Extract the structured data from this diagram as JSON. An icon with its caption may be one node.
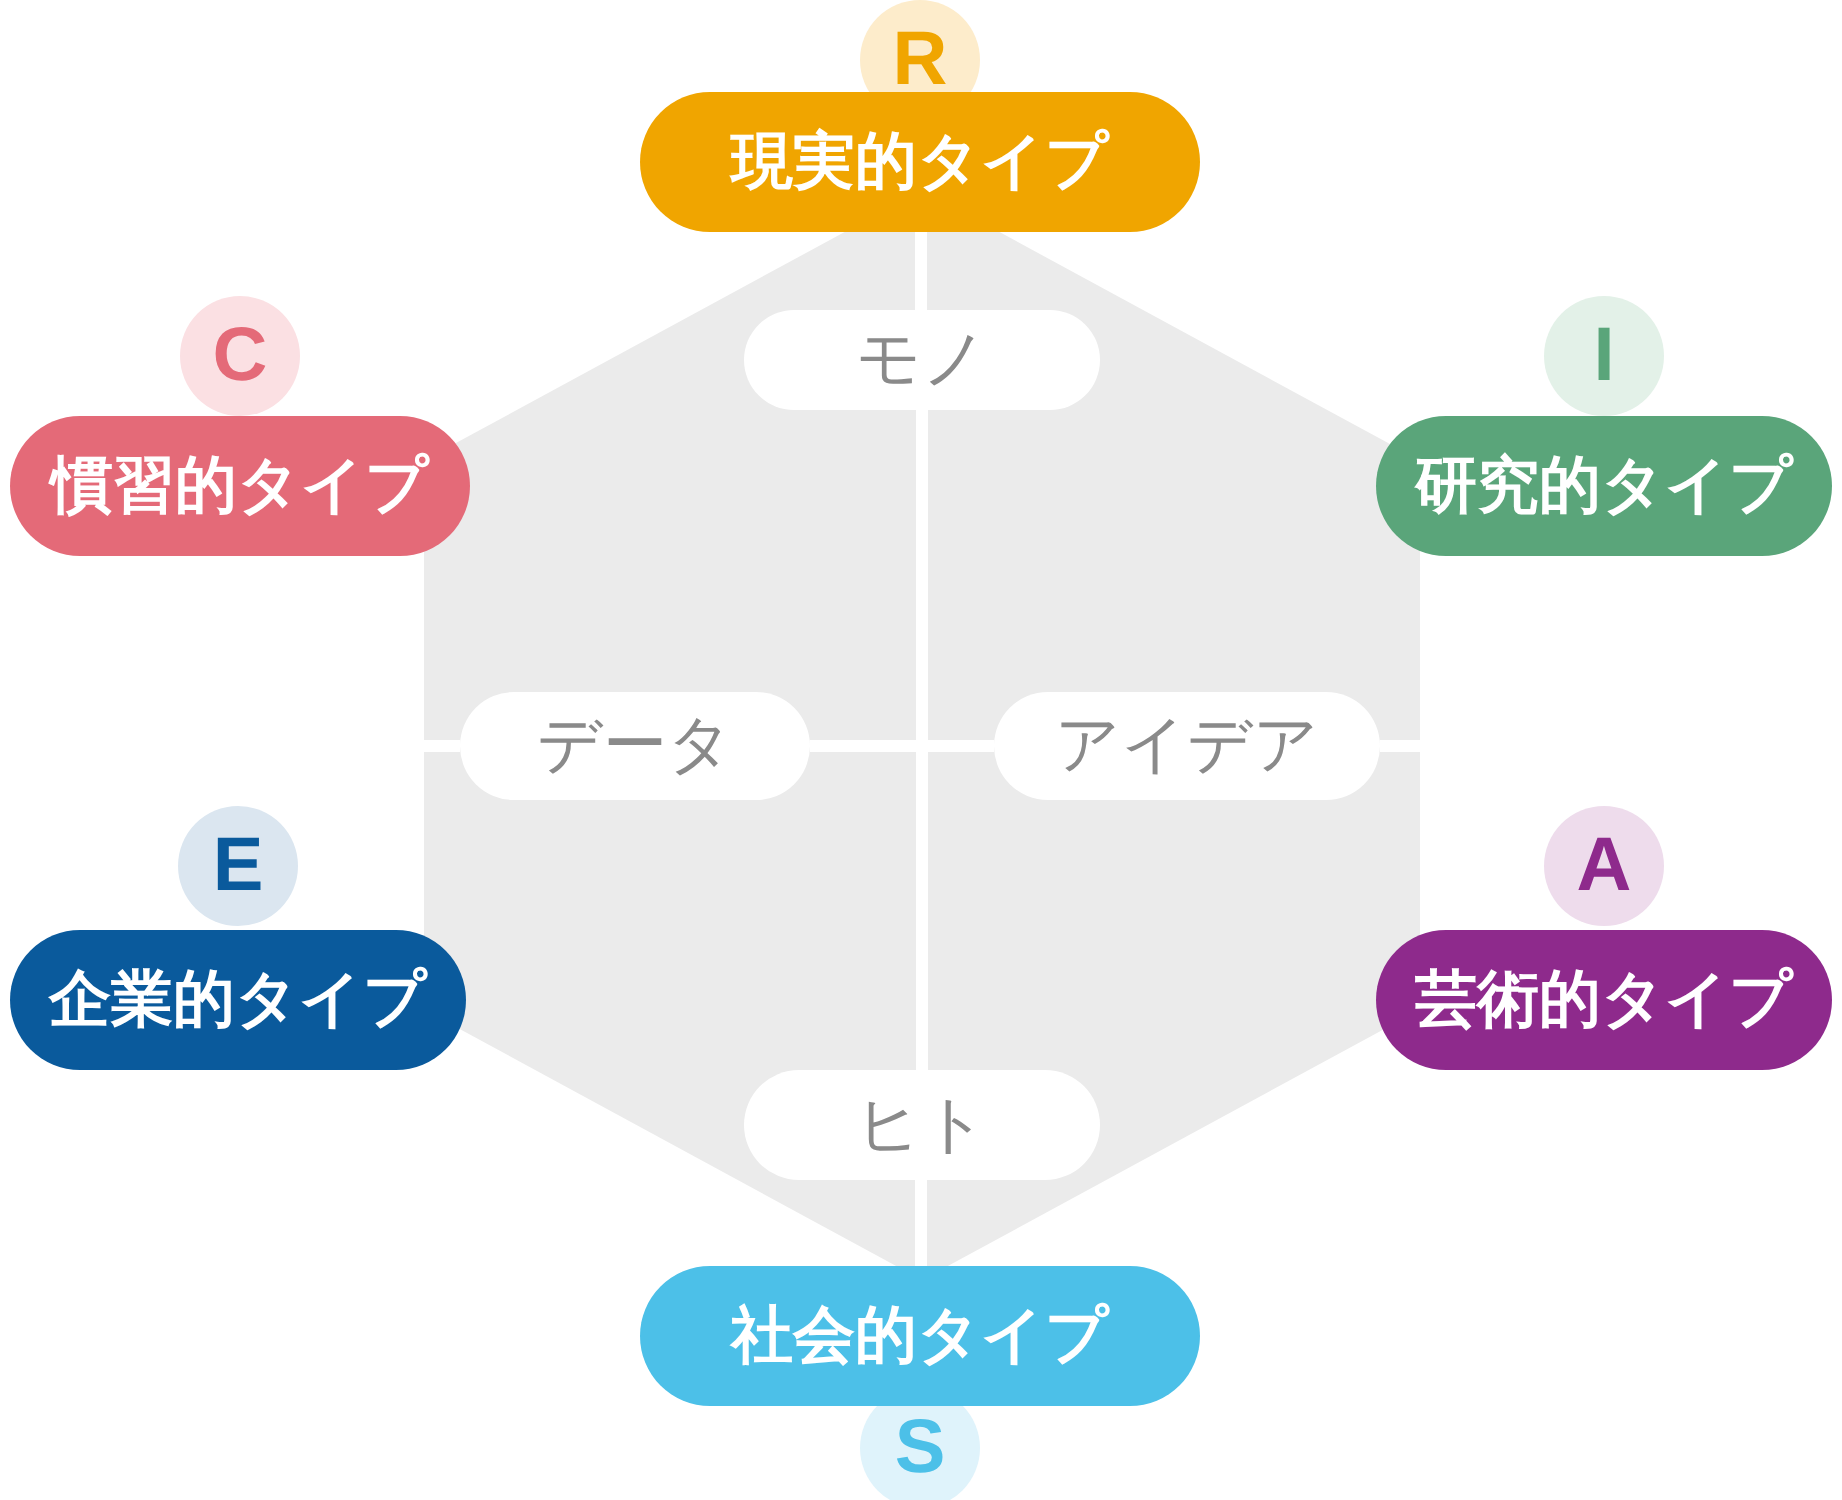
{
  "diagram": {
    "nodes": [
      {
        "text": [
          "R",
          "現実的タイプ"
        ]
      },
      {
        "text": [
          "C",
          "慣習的タイプ"
        ]
      },
      {
        "text": [
          "I",
          "研究的タイプ"
        ]
      },
      {
        "text": [],
        "shape": "hexagon"
      },
      {
        "text": [
          "モノ"
        ],
        "in": 3
      },
      {
        "text": [
          "データ"
        ],
        "in": 3
      },
      {
        "text": [
          "アイデア"
        ],
        "in": 3
      },
      {
        "text": [
          "E",
          "企業的タイプ"
        ]
      },
      {
        "text": [
          "A",
          "芸術的タイプ"
        ]
      },
      {
        "text": [
          "ヒト"
        ],
        "in": 3
      },
      {
        "text": [
          "社会的タイプ",
          "S"
        ]
      }
    ],
    "edges": [
      {
        "from": 0,
        "to": 4,
        "arrow": "none"
      },
      {
        "from": 4,
        "to": 9,
        "arrow": "none"
      },
      {
        "from": 9,
        "to": 10,
        "arrow": "none"
      },
      {
        "from": 5,
        "to": 6,
        "arrow": "none"
      }
    ]
  }
}
